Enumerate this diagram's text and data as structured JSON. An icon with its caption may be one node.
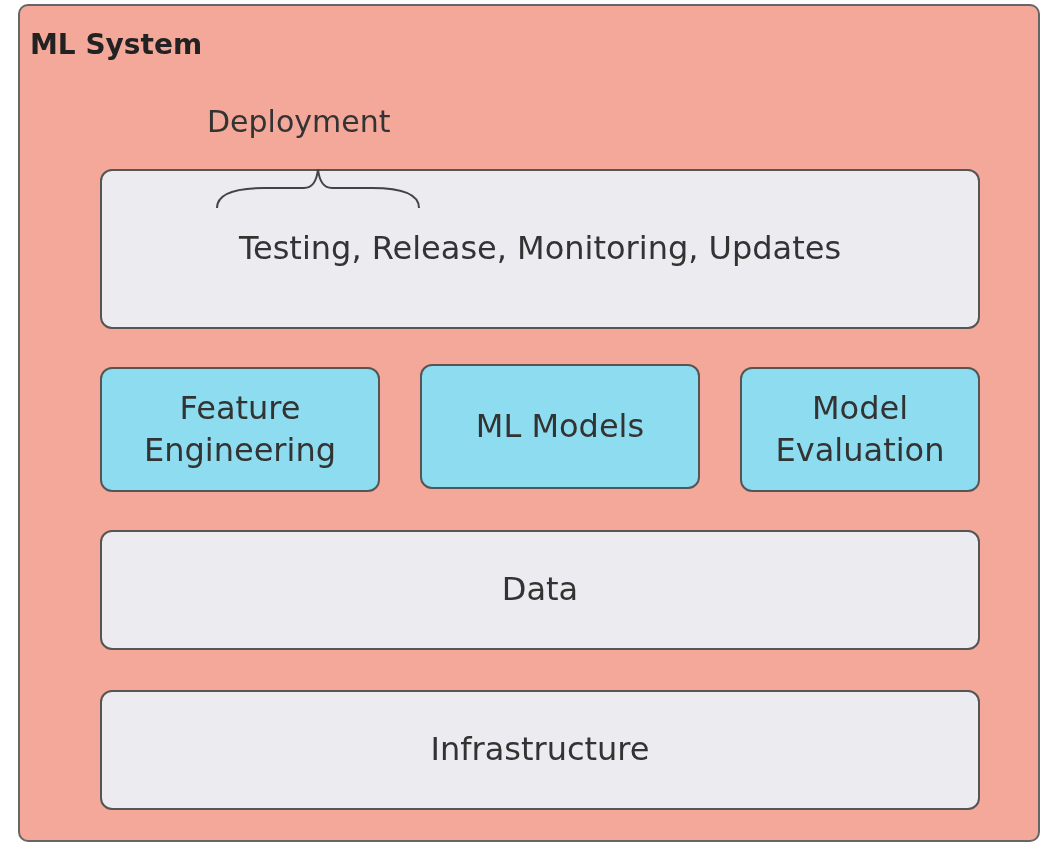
{
  "diagram": {
    "nodes": [
      {
        "text": [
          "ML System"
        ]
      },
      {
        "text": [
          "Testing, Release, Monitoring, Updates"
        ],
        "in": 0
      },
      {
        "text": [
          "Feature Engineering"
        ],
        "in": 0
      },
      {
        "text": [
          "ML Models"
        ],
        "in": 0
      },
      {
        "text": [
          "Model Evaluation"
        ],
        "in": 0
      },
      {
        "text": [
          "Data"
        ],
        "in": 0
      },
      {
        "text": [
          "Infrastructure"
        ],
        "in": 0
      }
    ],
    "labels": [
      "Deployment"
    ]
  }
}
